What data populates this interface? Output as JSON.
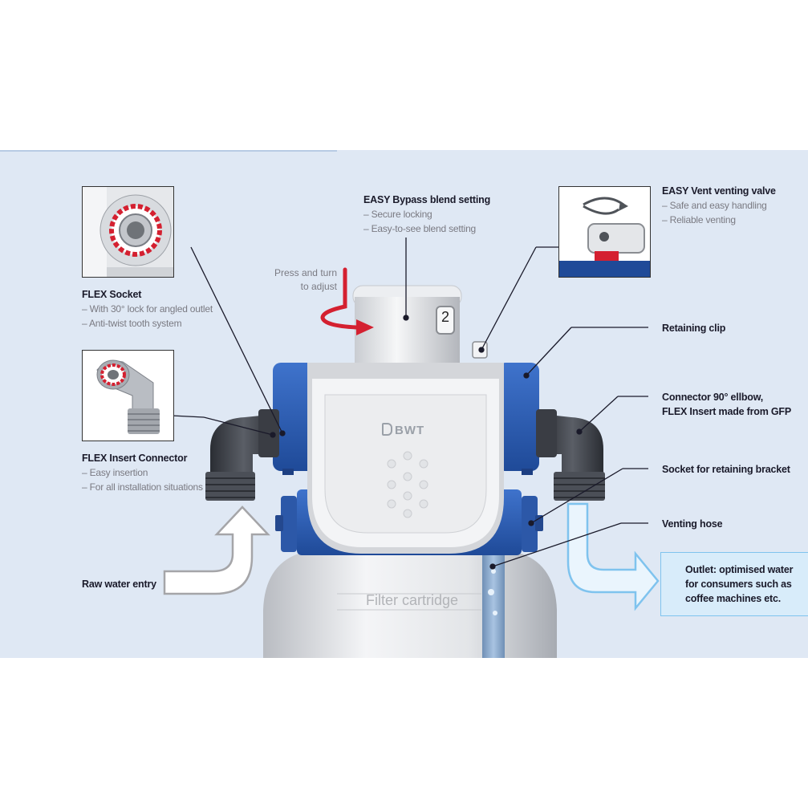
{
  "diagram": {
    "center": {
      "dial_number": "2",
      "brand": "BWT",
      "cartridge_label": "Filter cartridge"
    },
    "press_hint": [
      "Press and turn",
      "to adjust"
    ],
    "labels": {
      "flex_socket": {
        "title": "FLEX Socket",
        "items": [
          "– With 30° lock for angled outlet",
          "– Anti-twist tooth system"
        ]
      },
      "flex_insert": {
        "title": "FLEX Insert Connector",
        "items": [
          "– Easy insertion",
          "– For all installation situations"
        ]
      },
      "raw_water": {
        "title": "Raw water entry"
      },
      "bypass": {
        "title": "EASY Bypass blend setting",
        "items": [
          "– Secure locking",
          "– Easy-to-see blend setting"
        ]
      },
      "vent_valve": {
        "title": "EASY Vent venting valve",
        "items": [
          "– Safe and easy handling",
          "– Reliable venting"
        ]
      },
      "retaining_clip": {
        "title": "Retaining clip"
      },
      "connector": {
        "title": [
          "Connector 90° ellbow,",
          "FLEX Insert made from GFP"
        ]
      },
      "socket_bracket": {
        "title": "Socket for retaining bracket"
      },
      "venting_hose": {
        "title": "Venting hose"
      },
      "outlet": {
        "title": [
          "Outlet: optimised water",
          "for consumers such as",
          "coffee machines etc."
        ]
      }
    },
    "colors": {
      "panel": "#dfe8f4",
      "head_blue": "#2e5cb0",
      "accent_red": "#d42030",
      "outlet_blue": "#7fc3ee"
    }
  }
}
